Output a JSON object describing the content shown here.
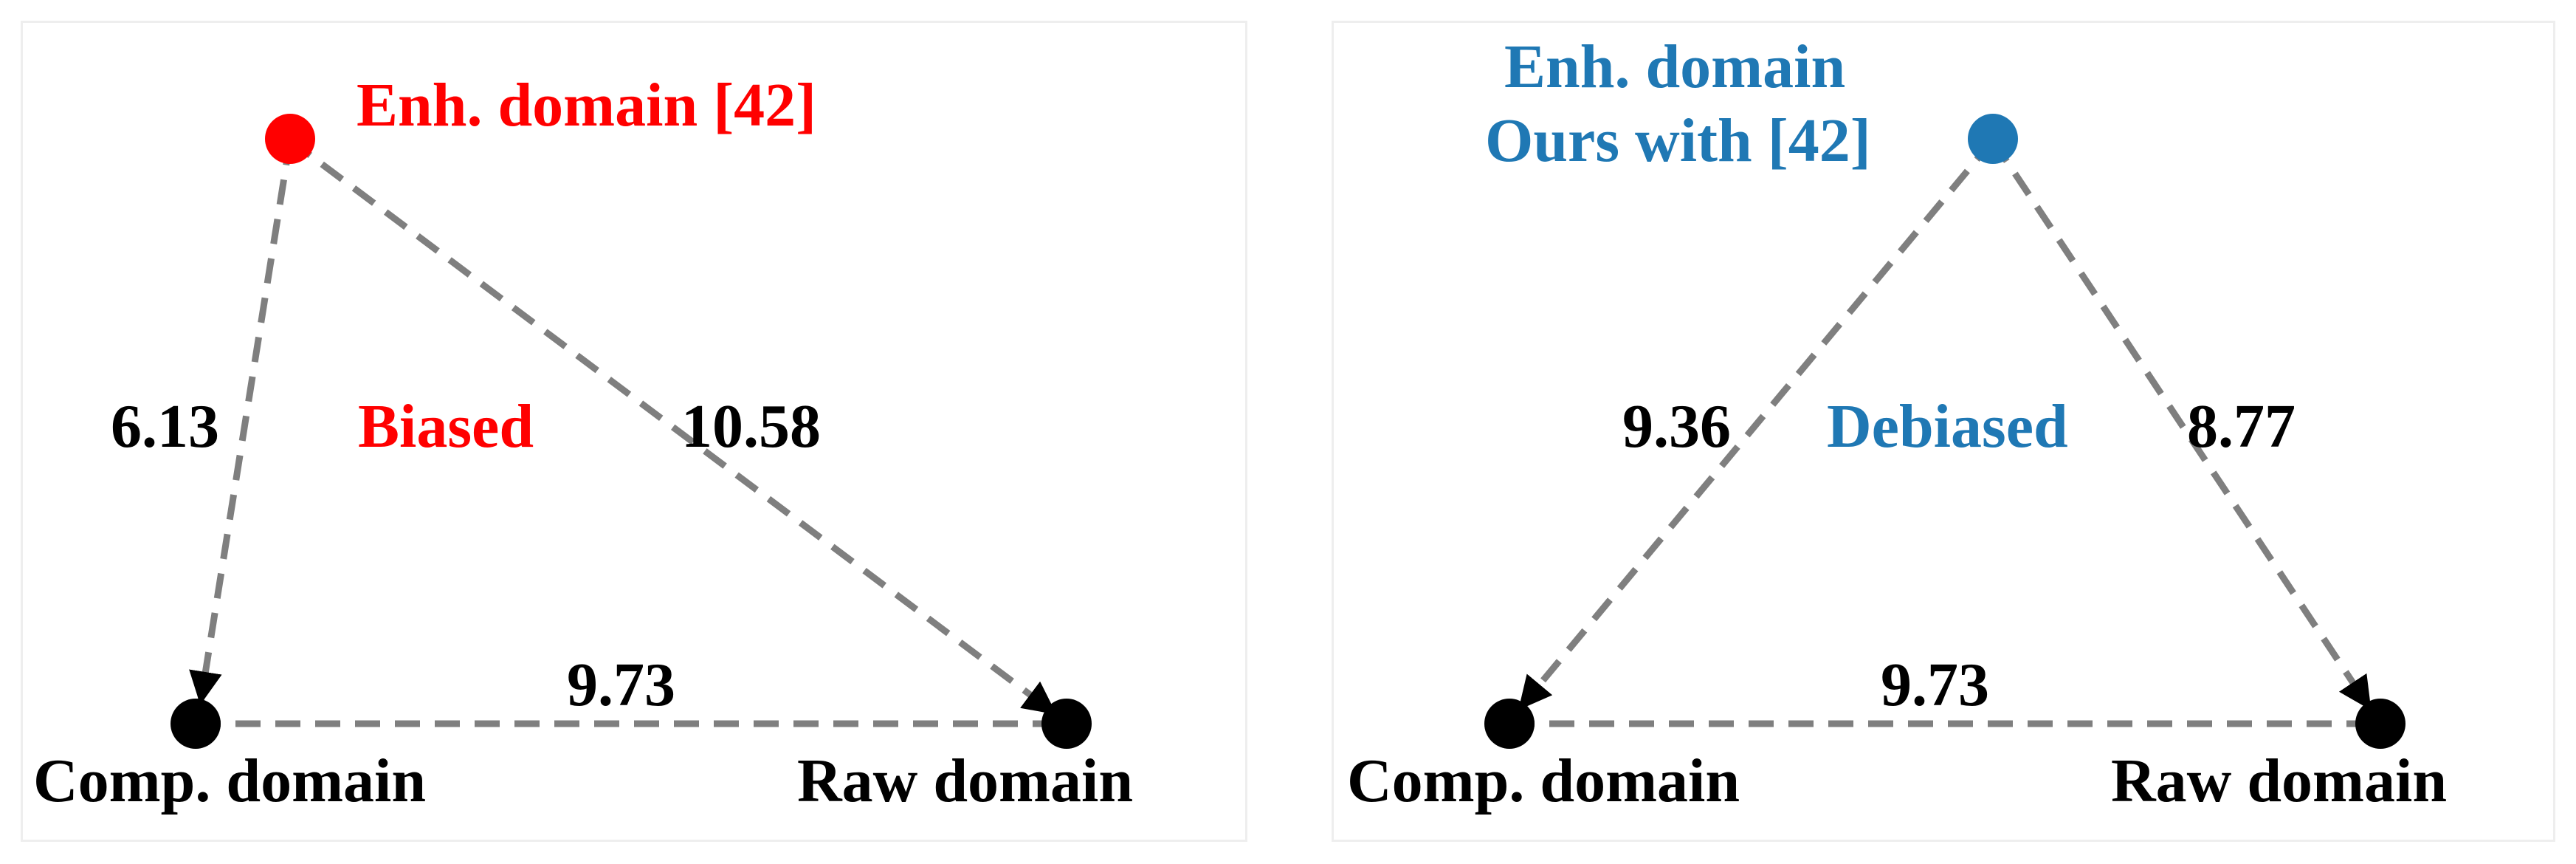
{
  "colors": {
    "biased": "#ff0000",
    "debiased": "#1f78b4",
    "node": "#000000",
    "edge": "#7f7f7f"
  },
  "left": {
    "enh_label": "Enh. domain [42]",
    "center_label": "Biased",
    "edge_enh_comp": "6.13",
    "edge_enh_raw": "10.58",
    "edge_comp_raw": "9.73",
    "comp_label": "Comp. domain",
    "raw_label": "Raw domain"
  },
  "right": {
    "enh_label_line1": "Enh. domain",
    "enh_label_line2": "Ours with [42]",
    "center_label": "Debiased",
    "edge_enh_comp": "9.36",
    "edge_enh_raw": "8.77",
    "edge_comp_raw": "9.73",
    "comp_label": "Comp. domain",
    "raw_label": "Raw domain"
  }
}
